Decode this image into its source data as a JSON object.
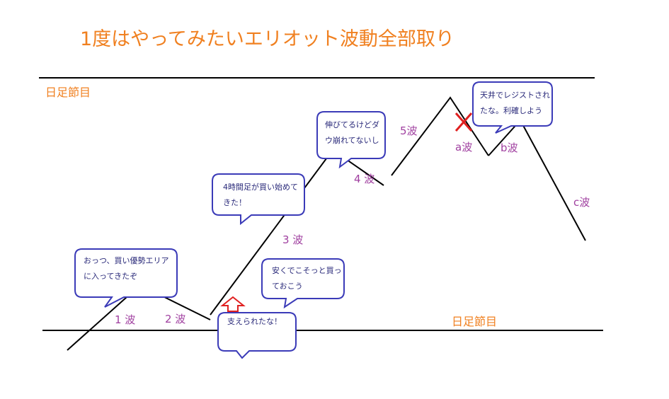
{
  "title": "1度はやってみたいエリオット波動全部取り",
  "levels": {
    "top_label": "日足節目",
    "bottom_label": "日足節目"
  },
  "waves": {
    "w1": "1 波",
    "w2": "2 波",
    "w3": "3 波",
    "w4": "4 波",
    "w5": "5波",
    "wa": "a波",
    "wb": "b波",
    "wc": "c波"
  },
  "bubbles": {
    "b1": [
      "おっつ、買い優勢エリア",
      "に入ってきたぞ"
    ],
    "b2": [
      "支えられたな！"
    ],
    "b3": [
      "安くでこそっと買っ",
      "ておこう"
    ],
    "b4": [
      "4時間足が買い始めて",
      "きた！"
    ],
    "b5": [
      "伸びてるけどダ",
      "ウ崩れてないし"
    ],
    "b6": [
      "天井でレジストされ",
      "たな。利確しよう"
    ]
  },
  "colors": {
    "title": "#f08020",
    "wave_label": "#a040a0",
    "bubble_border": "#3b3bb8",
    "arrow": "#e02020",
    "cross": "#e02020",
    "price_line": "#000000"
  },
  "icons": {
    "support_arrow": "up-arrow-icon",
    "top_mark": "cross-icon"
  }
}
